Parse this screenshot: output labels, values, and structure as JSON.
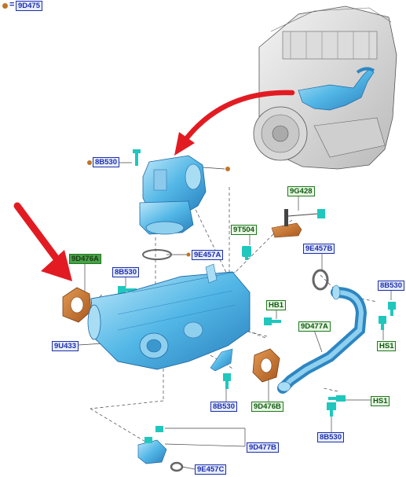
{
  "legend": {
    "symbol": "=",
    "label": "9D475",
    "dot_color": "#c07424"
  },
  "colors": {
    "part": "#52b7e6",
    "part_dark": "#2d86c2",
    "part_light": "#b7e3f7",
    "gasket": "#c8762f",
    "arrow": "#e21b23",
    "label_blue": "#1d2fa8",
    "label_green": "#1d7a1d",
    "leader": "#444444"
  },
  "callouts": {
    "c9D475": "9D475",
    "c8B530_top": "8B530",
    "c9G428": "9G428",
    "c9T504": "9T504",
    "c9E457A": "9E457A",
    "c9E457B": "9E457B",
    "c9D476A": "9D476A",
    "c8B530_left": "8B530",
    "c8B530_right": "8B530",
    "cHB1": "HB1",
    "c9D477A": "9D477A",
    "cHS1_upper": "HS1",
    "c9U433": "9U433",
    "c8B530_bottom_mid": "8B530",
    "c9D476B": "9D476B",
    "cHS1_lower": "HS1",
    "c8B530_bottom_right": "8B530",
    "c9D477B": "9D477B",
    "c9E457C": "9E457C"
  }
}
